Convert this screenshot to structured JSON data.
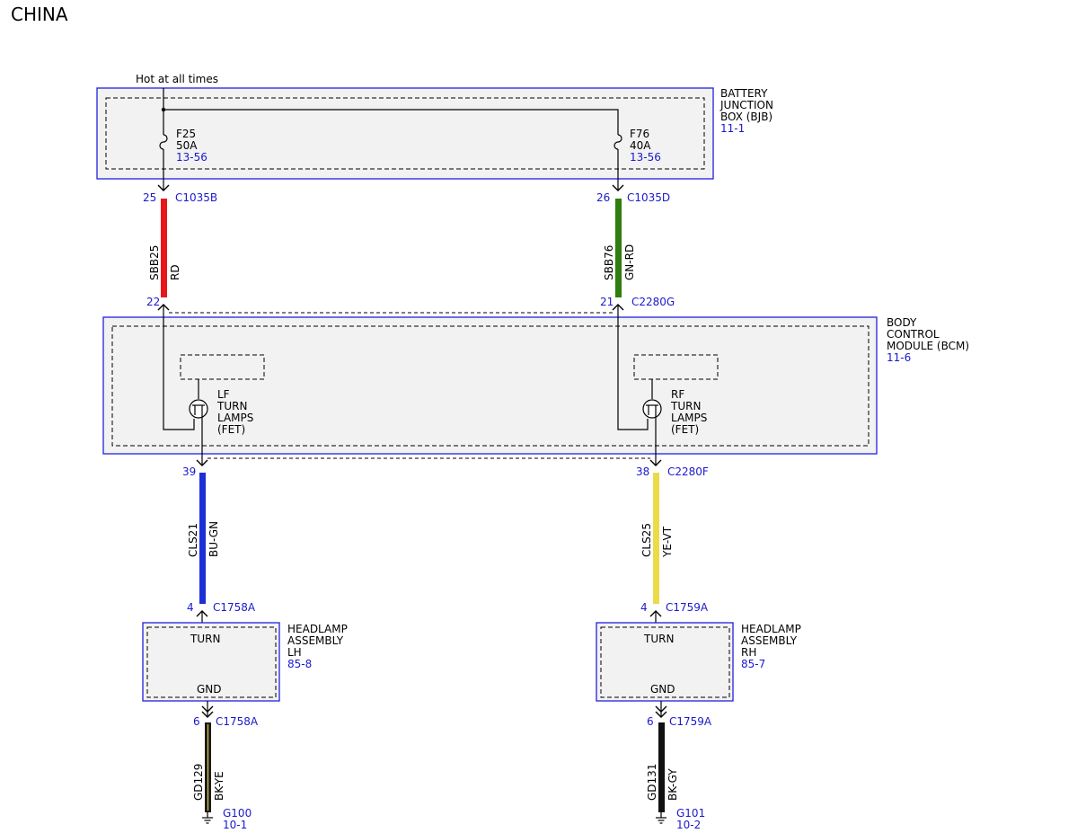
{
  "title": "CHINA",
  "power_label": "Hot at all times",
  "colors": {
    "red": "#e8161b",
    "green_red": "#2e7d0e",
    "blue_green": "#1c2fd6",
    "yellow_violet": "#ecdb48",
    "black_yellow": "#1a1a1a",
    "black_gray": "#111111"
  },
  "bjb": {
    "name": [
      "BATTERY",
      "JUNCTION",
      "BOX (BJB)"
    ],
    "ref": "11-1",
    "fuses": [
      {
        "id": "F25",
        "rating": "50A",
        "ref": "13-56"
      },
      {
        "id": "F76",
        "rating": "40A",
        "ref": "13-56"
      }
    ]
  },
  "bcm": {
    "name": [
      "BODY",
      "CONTROL",
      "MODULE (BCM)"
    ],
    "ref": "11-6",
    "fets": [
      {
        "lines": [
          "LF",
          "TURN",
          "LAMPS",
          "(FET)"
        ]
      },
      {
        "lines": [
          "RF",
          "TURN",
          "LAMPS",
          "(FET)"
        ]
      }
    ]
  },
  "headlamps": [
    {
      "name": [
        "HEADLAMP",
        "ASSEMBLY",
        "LH"
      ],
      "ref": "85-8",
      "turn": "TURN",
      "gnd": "GND"
    },
    {
      "name": [
        "HEADLAMP",
        "ASSEMBLY",
        "RH"
      ],
      "ref": "85-7",
      "turn": "TURN",
      "gnd": "GND"
    }
  ],
  "wires": {
    "sbb25": {
      "circuit": "SBB25",
      "color": "RD",
      "pin_top": "25",
      "conn_top": "C1035B",
      "pin_bottom": "22"
    },
    "sbb76": {
      "circuit": "SBB76",
      "color": "GN-RD",
      "pin_top": "26",
      "conn_top": "C1035D",
      "pin_bottom": "21",
      "conn_bottom": "C2280G"
    },
    "cls21": {
      "circuit": "CLS21",
      "color": "BU-GN",
      "pin_top": "39",
      "pin_bottom": "4",
      "conn_bottom": "C1758A"
    },
    "cls25": {
      "circuit": "CLS25",
      "color": "YE-VT",
      "pin_top": "38",
      "conn_top": "C2280F",
      "pin_bottom": "4",
      "conn_bottom": "C1759A"
    },
    "gd129": {
      "circuit": "GD129",
      "color": "BK-YE",
      "pin_top": "6",
      "conn_top": "C1758A"
    },
    "gd131": {
      "circuit": "GD131",
      "color": "BK-GY",
      "pin_top": "6",
      "conn_top": "C1759A"
    }
  },
  "grounds": [
    {
      "id": "G100",
      "ref": "10-1"
    },
    {
      "id": "G101",
      "ref": "10-2"
    }
  ]
}
